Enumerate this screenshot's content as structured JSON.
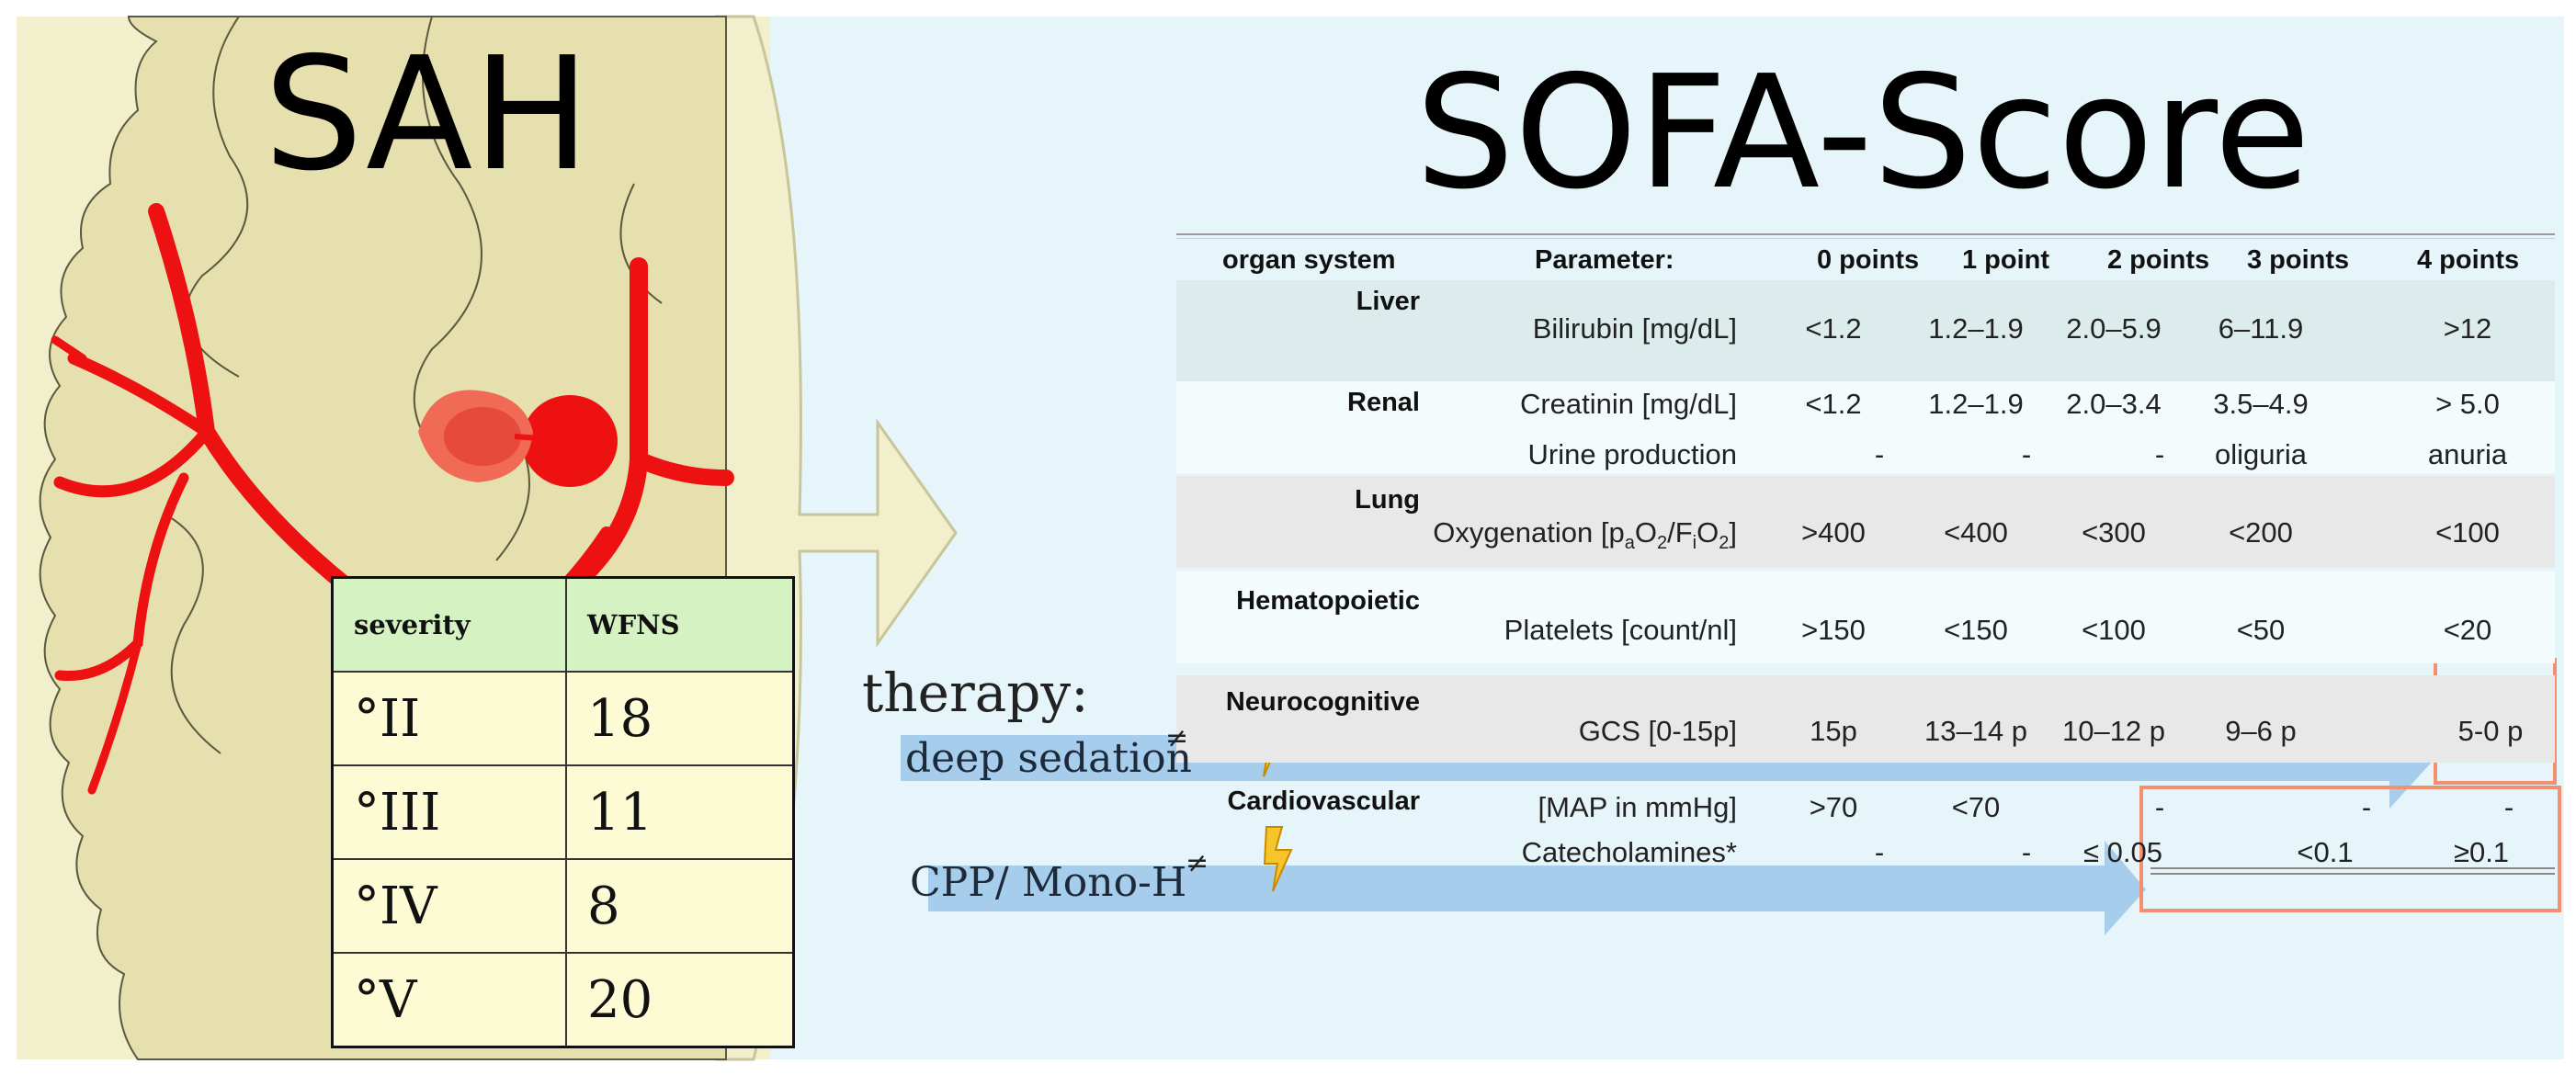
{
  "titles": {
    "sah": "SAH",
    "sofa": "SOFA-Score"
  },
  "colors": {
    "background_panel": "#e6f5fa",
    "brain_fill": "#e6dfae",
    "brain_lobe_light": "#f1efcc",
    "artery_red": "#ee1111",
    "table_header_green": "#d5f2c2",
    "table_body_yellow": "#fdfbd3",
    "arrow_blue": "#9fc9ea",
    "highlight_box": "#f4906f",
    "bolt_yellow": "#f6c52c"
  },
  "wfns_table": {
    "headers": [
      "severity",
      "WFNS"
    ],
    "rows": [
      {
        "severity": "°II",
        "wfns": "18"
      },
      {
        "severity": "°III",
        "wfns": "11"
      },
      {
        "severity": "°IV",
        "wfns": "8"
      },
      {
        "severity": "°V",
        "wfns": "20"
      }
    ]
  },
  "sofa_table": {
    "headers": [
      "organ system",
      "Parameter:",
      "0 points",
      "1 point",
      "2 points",
      "3 points",
      "4 points"
    ],
    "rows": [
      {
        "system": "Liver",
        "parameter": "Bilirubin [mg/dL]",
        "p0": "<1.2",
        "p1": "1.2–1.9",
        "p2": "2.0–5.9",
        "p3": "6–11.9",
        "p4": ">12"
      },
      {
        "system": "Renal",
        "parameter": "Creatinin [mg/dL]",
        "p0": "<1.2",
        "p1": "1.2–1.9",
        "p2": "2.0–3.4",
        "p3": "3.5–4.9",
        "p4": "> 5.0"
      },
      {
        "system": "",
        "parameter": "Urine production",
        "p0": "-",
        "p1": "-",
        "p2": "-",
        "p3": "oliguria",
        "p4": "anuria"
      },
      {
        "system": "Lung",
        "parameter_main": "Oxygenation [p",
        "sub_a": "a",
        "parameter_mid": "O",
        "sub_2a": "2",
        "parameter_slash": "/F",
        "sub_i": "i",
        "parameter_o": "O",
        "sub_2b": "2",
        "parameter_end": "]",
        "p0": ">400",
        "p1": "<400",
        "p2": "<300",
        "p3": "<200",
        "p4": "<100"
      },
      {
        "system": "Hematopoietic",
        "parameter": "Platelets [count/nl]",
        "p0": ">150",
        "p1": "<150",
        "p2": "<100",
        "p3": "<50",
        "p4": "<20"
      },
      {
        "system": "Neurocognitive",
        "parameter": "GCS [0-15p]",
        "p0": "15p",
        "p1": "13–14 p",
        "p2": "10–12 p",
        "p3": "9–6 p",
        "p4": "5-0 p"
      },
      {
        "system": "Cardiovascular",
        "parameter": "[MAP in mmHg]",
        "p0": ">70",
        "p1": "<70",
        "p2": "-",
        "p3": "-",
        "p4": "-"
      },
      {
        "system": "",
        "parameter": "Catecholamines*",
        "p0": "-",
        "p1": "-",
        "p2": "≤ 0.05",
        "p3": "<0.1",
        "p4": "≥0.1"
      }
    ]
  },
  "therapy": {
    "label": "therapy:",
    "arrows": [
      {
        "label": "deep sedation",
        "mark": "≠"
      },
      {
        "label": "CPP/ Mono-H",
        "mark": "≠"
      }
    ]
  }
}
